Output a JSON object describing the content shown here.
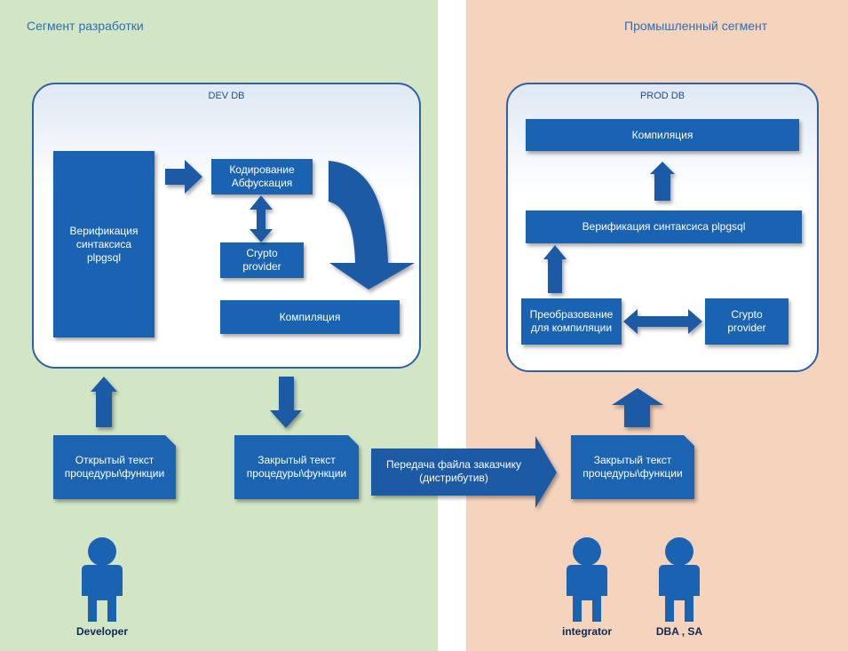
{
  "segments": {
    "dev": {
      "title": "Сегмент разработки"
    },
    "prod": {
      "title": "Промышленный сегмент"
    }
  },
  "dev_db": {
    "title": "DEV DB",
    "verify": "Верификация\nсинтаксиса\nplpgsql",
    "encode": "Кодирование\nАбфускация",
    "crypto": "Crypto\nprovider",
    "compile": "Компиляция"
  },
  "prod_db": {
    "title": "PROD DB",
    "compile": "Компиляция",
    "verify": "Верификация синтаксиса plpgsql",
    "transform": "Преобразование\nдля компиляции",
    "crypto": "Crypto\nprovider"
  },
  "docs": {
    "open_text": "Открытый текст\nпроцедуры\\функции",
    "closed_text_dev": "Закрытый текст\nпроцедуры\\функции",
    "closed_text_prod": "Закрытый текст\nпроцедуры\\функции"
  },
  "transfer": {
    "label": "Передача файла заказчику\n(дистрибутив)"
  },
  "people": {
    "developer": "Developer",
    "integrator": "integrator",
    "dba": "DBA , SA"
  },
  "colors": {
    "box": "#1a63b2",
    "arrow": "#1a5aa6",
    "dev_bg": "#d2e6c6",
    "prod_bg": "#f5d3bd"
  }
}
